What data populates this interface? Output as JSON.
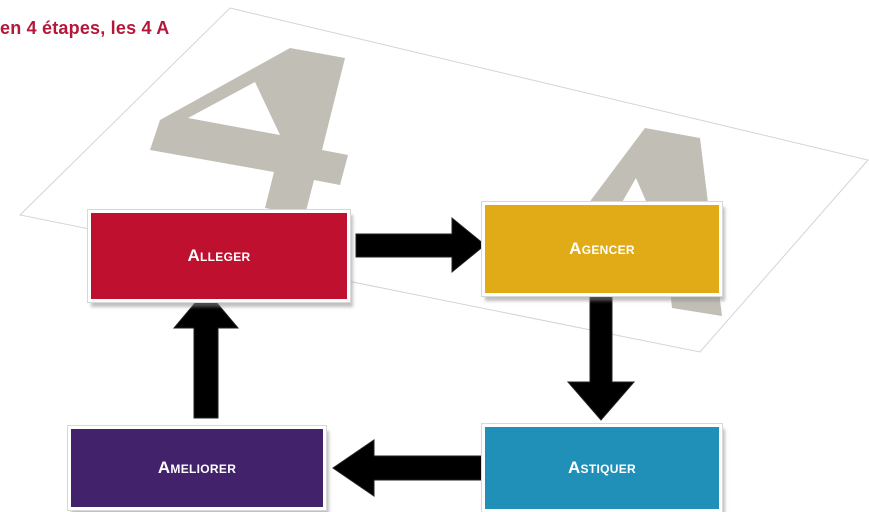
{
  "title": "en 4 étapes, les 4 A",
  "steps": {
    "alleger": {
      "label": "Alleger",
      "color": "#c0102f"
    },
    "agencer": {
      "label": "Agencer",
      "color": "#e1ab17"
    },
    "astiquer": {
      "label": "Astiquer",
      "color": "#2190b9"
    },
    "ameliorer": {
      "label": "Ameliorer",
      "color": "#41226b"
    }
  },
  "background_text": "4 A",
  "arrows": [
    {
      "from": "alleger",
      "to": "agencer"
    },
    {
      "from": "agencer",
      "to": "astiquer"
    },
    {
      "from": "astiquer",
      "to": "ameliorer"
    },
    {
      "from": "ameliorer",
      "to": "alleger"
    }
  ]
}
